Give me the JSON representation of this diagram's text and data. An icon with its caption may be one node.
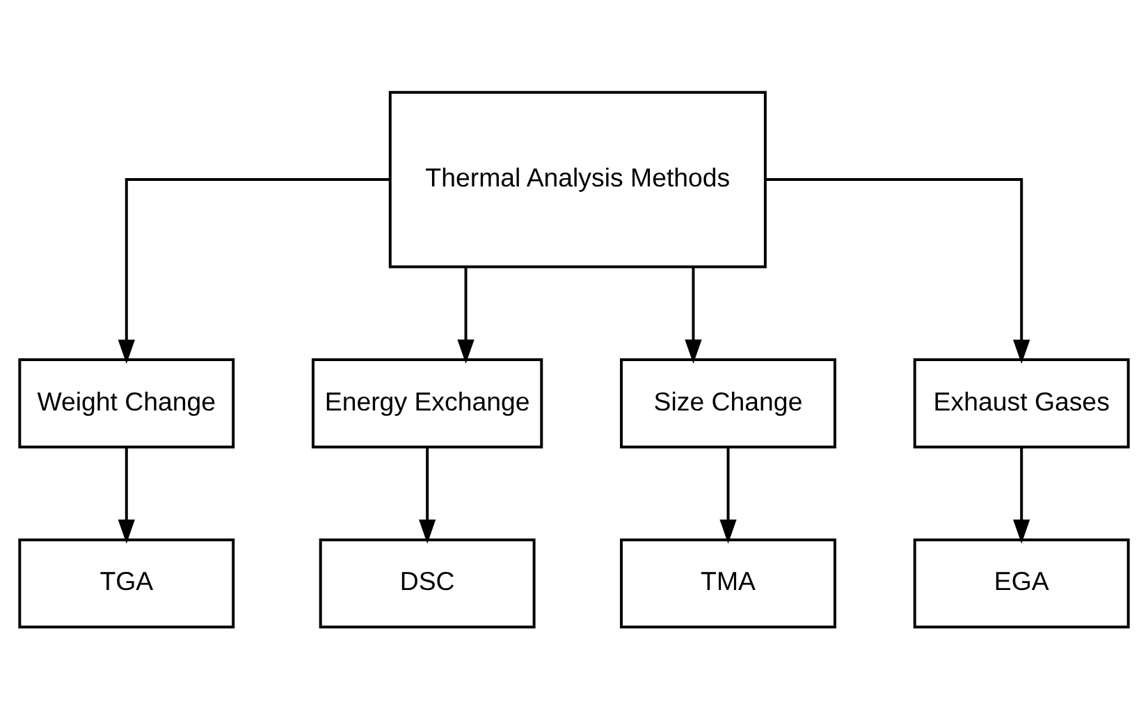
{
  "diagram": {
    "nodes": [
      {
        "text": [
          "Thermal Analysis Methods"
        ]
      },
      {
        "text": [
          "Weight Change"
        ]
      },
      {
        "text": [
          "Energy Exchange"
        ]
      },
      {
        "text": [
          "Size Change"
        ]
      },
      {
        "text": [
          "Exhaust Gases"
        ]
      },
      {
        "text": [
          "TGA"
        ]
      },
      {
        "text": [
          "DSC"
        ]
      },
      {
        "text": [
          "TMA"
        ]
      },
      {
        "text": [
          "EGA"
        ]
      }
    ],
    "edges": [
      {
        "from": 0,
        "to": 1,
        "arrow": "to"
      },
      {
        "from": 0,
        "to": 2,
        "arrow": "to"
      },
      {
        "from": 0,
        "to": 3,
        "arrow": "to"
      },
      {
        "from": 0,
        "to": 4,
        "arrow": "to"
      },
      {
        "from": 1,
        "to": 5,
        "arrow": "to"
      },
      {
        "from": 2,
        "to": 6,
        "arrow": "to"
      },
      {
        "from": 3,
        "to": 7,
        "arrow": "to"
      },
      {
        "from": 4,
        "to": 8,
        "arrow": "to"
      }
    ]
  }
}
